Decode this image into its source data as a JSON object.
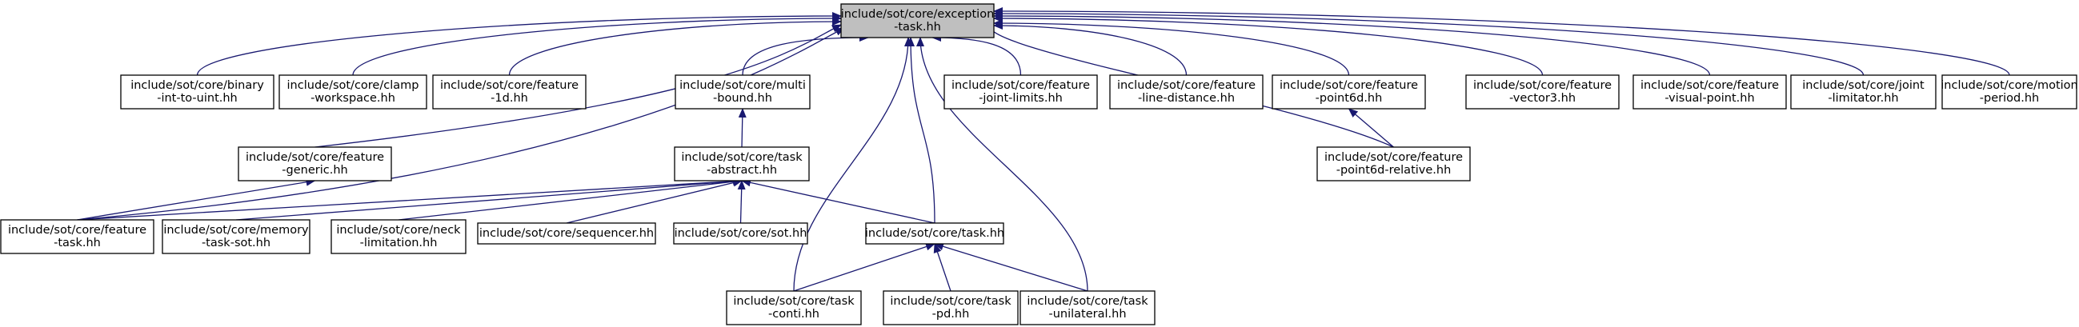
{
  "colors": {
    "edge": "#191970",
    "node_fill": "#ffffff",
    "root_fill": "#bfbfbf",
    "node_stroke": "#000000"
  },
  "nodes": [
    {
      "id": "exception-task",
      "lines": [
        "include/sot/core/exception",
        "-task.hh"
      ],
      "root": true
    },
    {
      "id": "binary-int-to-uint",
      "lines": [
        "include/sot/core/binary",
        "-int-to-uint.hh"
      ]
    },
    {
      "id": "clamp-workspace",
      "lines": [
        "include/sot/core/clamp",
        "-workspace.hh"
      ]
    },
    {
      "id": "feature-1d",
      "lines": [
        "include/sot/core/feature",
        "-1d.hh"
      ]
    },
    {
      "id": "multi-bound",
      "lines": [
        "include/sot/core/multi",
        "-bound.hh"
      ]
    },
    {
      "id": "feature-joint-limits",
      "lines": [
        "include/sot/core/feature",
        "-joint-limits.hh"
      ]
    },
    {
      "id": "feature-line-distance",
      "lines": [
        "include/sot/core/feature",
        "-line-distance.hh"
      ]
    },
    {
      "id": "feature-point6d",
      "lines": [
        "include/sot/core/feature",
        "-point6d.hh"
      ]
    },
    {
      "id": "feature-vector3",
      "lines": [
        "include/sot/core/feature",
        "-vector3.hh"
      ]
    },
    {
      "id": "feature-visual-point",
      "lines": [
        "include/sot/core/feature",
        "-visual-point.hh"
      ]
    },
    {
      "id": "joint-limitator",
      "lines": [
        "include/sot/core/joint",
        "-limitator.hh"
      ]
    },
    {
      "id": "motion-period",
      "lines": [
        "include/sot/core/motion",
        "-period.hh"
      ]
    },
    {
      "id": "feature-generic",
      "lines": [
        "include/sot/core/feature",
        "-generic.hh"
      ]
    },
    {
      "id": "task-abstract",
      "lines": [
        "include/sot/core/task",
        "-abstract.hh"
      ]
    },
    {
      "id": "feature-point6d-relative",
      "lines": [
        "include/sot/core/feature",
        "-point6d-relative.hh"
      ]
    },
    {
      "id": "feature-task",
      "lines": [
        "include/sot/core/feature",
        "-task.hh"
      ]
    },
    {
      "id": "memory-task-sot",
      "lines": [
        "include/sot/core/memory",
        "-task-sot.hh"
      ]
    },
    {
      "id": "neck-limitation",
      "lines": [
        "include/sot/core/neck",
        "-limitation.hh"
      ]
    },
    {
      "id": "sequencer",
      "lines": [
        "include/sot/core/sequencer.hh"
      ]
    },
    {
      "id": "sot",
      "lines": [
        "include/sot/core/sot.hh"
      ]
    },
    {
      "id": "task",
      "lines": [
        "include/sot/core/task.hh"
      ]
    },
    {
      "id": "task-conti",
      "lines": [
        "include/sot/core/task",
        "-conti.hh"
      ]
    },
    {
      "id": "task-pd",
      "lines": [
        "include/sot/core/task",
        "-pd.hh"
      ]
    },
    {
      "id": "task-unilateral",
      "lines": [
        "include/sot/core/task",
        "-unilateral.hh"
      ]
    }
  ],
  "edges": [
    {
      "from": "binary-int-to-uint",
      "to": "exception-task"
    },
    {
      "from": "clamp-workspace",
      "to": "exception-task"
    },
    {
      "from": "feature-1d",
      "to": "exception-task"
    },
    {
      "from": "multi-bound",
      "to": "exception-task"
    },
    {
      "from": "feature-joint-limits",
      "to": "exception-task"
    },
    {
      "from": "feature-line-distance",
      "to": "exception-task"
    },
    {
      "from": "feature-point6d",
      "to": "exception-task"
    },
    {
      "from": "feature-vector3",
      "to": "exception-task"
    },
    {
      "from": "feature-visual-point",
      "to": "exception-task"
    },
    {
      "from": "joint-limitator",
      "to": "exception-task"
    },
    {
      "from": "motion-period",
      "to": "exception-task"
    },
    {
      "from": "feature-generic",
      "to": "exception-task"
    },
    {
      "from": "feature-task",
      "to": "exception-task"
    },
    {
      "from": "feature-point6d-relative",
      "to": "exception-task"
    },
    {
      "from": "task",
      "to": "exception-task"
    },
    {
      "from": "task-conti",
      "to": "exception-task"
    },
    {
      "from": "task-unilateral",
      "to": "exception-task"
    },
    {
      "from": "task-abstract",
      "to": "multi-bound"
    },
    {
      "from": "feature-point6d-relative",
      "to": "feature-point6d"
    },
    {
      "from": "feature-task",
      "to": "feature-generic"
    },
    {
      "from": "feature-task",
      "to": "task-abstract"
    },
    {
      "from": "memory-task-sot",
      "to": "task-abstract"
    },
    {
      "from": "neck-limitation",
      "to": "task-abstract"
    },
    {
      "from": "sequencer",
      "to": "task-abstract"
    },
    {
      "from": "sot",
      "to": "task-abstract"
    },
    {
      "from": "task",
      "to": "task-abstract"
    },
    {
      "from": "task-conti",
      "to": "task"
    },
    {
      "from": "task-pd",
      "to": "task"
    },
    {
      "from": "task-unilateral",
      "to": "task"
    }
  ]
}
